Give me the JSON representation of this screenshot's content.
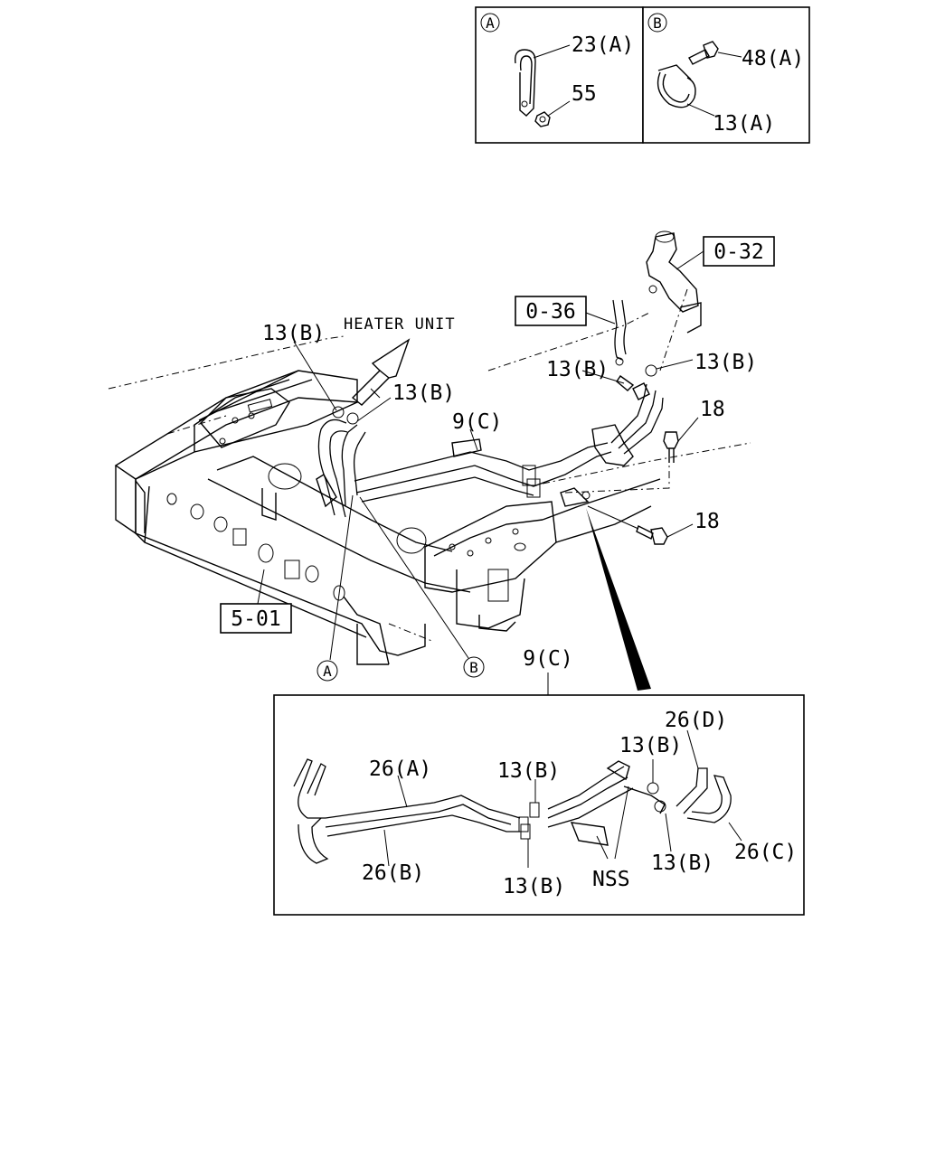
{
  "detail_a": {
    "marker": "A",
    "labels": [
      "23(A)",
      "55"
    ]
  },
  "detail_b": {
    "marker": "B",
    "labels": [
      "48(A)",
      "13(A)"
    ]
  },
  "refs": {
    "ref_032": "0-32",
    "ref_036": "0-36",
    "ref_501": "5-01"
  },
  "main": {
    "heater_unit": "HEATER UNIT",
    "clip_left_top": "13(B)",
    "clip_left_right": "13(B)",
    "clip_mid": "13(B)",
    "clip_right": "13(B)",
    "pipe_assembly": "9(C)",
    "bolt_upper": "18",
    "bolt_lower": "18",
    "marker_a": "A",
    "marker_b": "B"
  },
  "inset": {
    "title": "9(C)",
    "hose_a": "26(A)",
    "hose_b": "26(B)",
    "hose_c": "26(C)",
    "hose_d": "26(D)",
    "clip_tl": "13(B)",
    "clip_bl": "13(B)",
    "clip_tr": "13(B)",
    "clip_br": "13(B)",
    "nss": "NSS"
  }
}
